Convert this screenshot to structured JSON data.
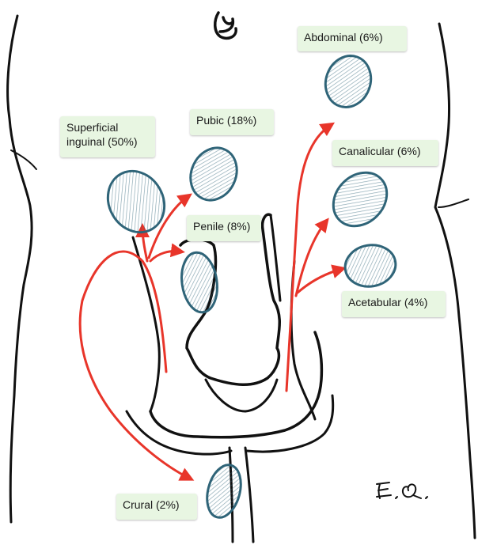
{
  "labels": {
    "abdominal": "Abdominal (6%)",
    "pubic": "Pubic (18%)",
    "superficial_inguinal": "Superficial\ninguinal (50%)",
    "canalicular": "Canalicular (6%)",
    "penile": "Penile (8%)",
    "acetabular": "Acetabular (4%)",
    "crural": "Crural (2%)"
  },
  "signature_text": "E.Q.",
  "colors": {
    "outline": "#111111",
    "arrow": "#e8352a",
    "testis_stroke": "#2f6478",
    "label_bg": "#e8f6e2"
  }
}
